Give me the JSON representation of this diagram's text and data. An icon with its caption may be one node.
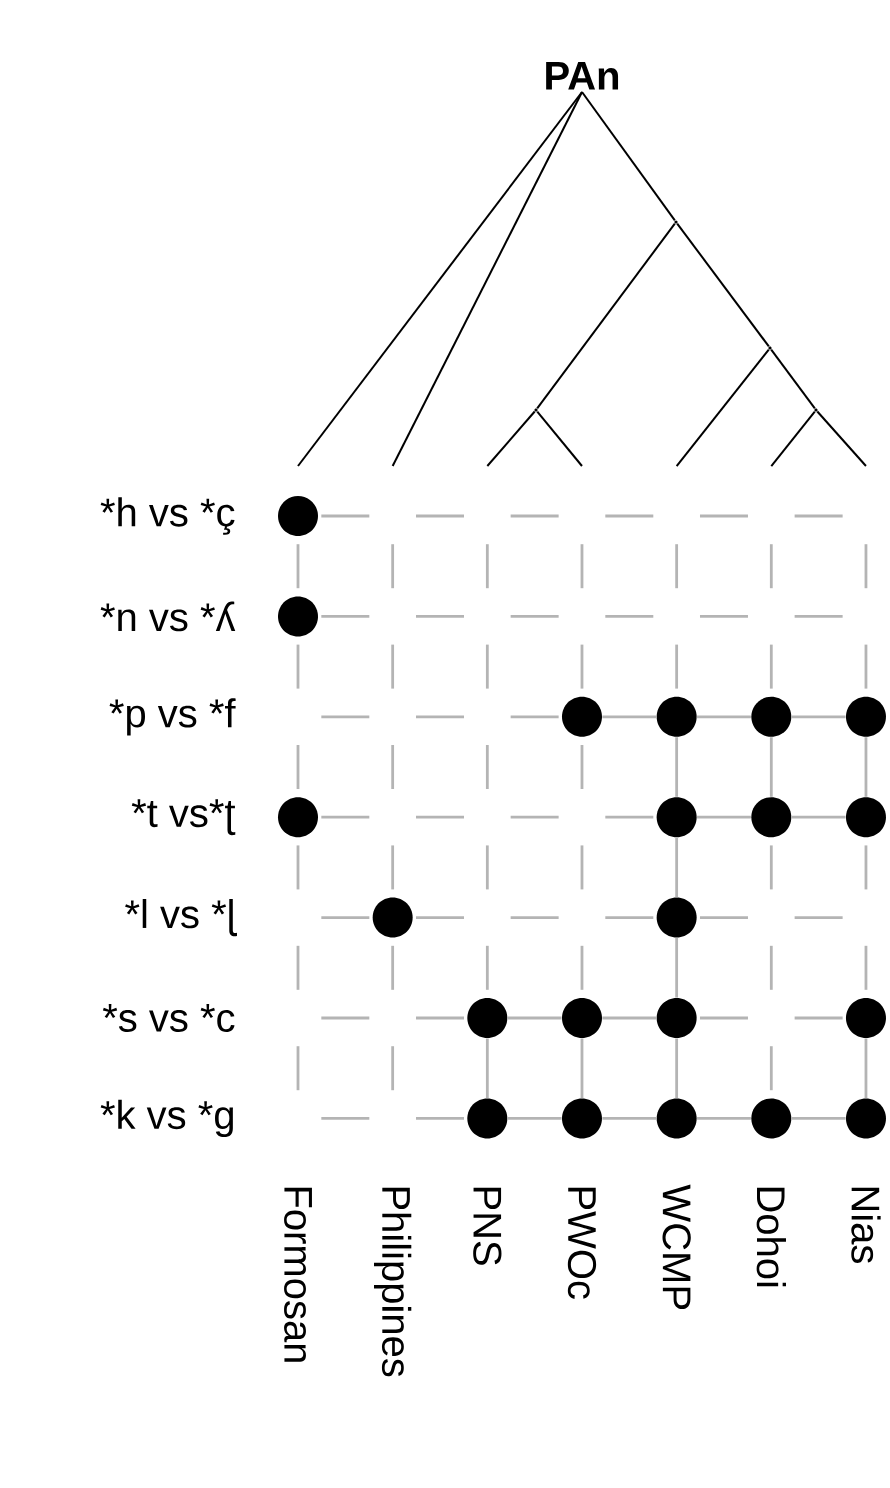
{
  "diagram": {
    "nodes": [
      {
        "text": [
          "PAn"
        ]
      },
      {
        "text": [],
        "shape": "point"
      },
      {
        "text": [],
        "shape": "point"
      },
      {
        "text": [],
        "shape": "point"
      },
      {
        "text": [],
        "shape": "point"
      },
      {
        "text": [],
        "shape": "circle"
      },
      {
        "text": [],
        "shape": "circle"
      },
      {
        "text": [],
        "shape": "circle"
      },
      {
        "text": [],
        "shape": "circle"
      },
      {
        "text": [],
        "shape": "circle"
      },
      {
        "text": [],
        "shape": "circle"
      },
      {
        "text": [],
        "shape": "circle"
      },
      {
        "text": [],
        "shape": "circle"
      },
      {
        "text": [],
        "shape": "circle"
      },
      {
        "text": [],
        "shape": "circle"
      },
      {
        "text": [],
        "shape": "circle"
      },
      {
        "text": [],
        "shape": "circle"
      },
      {
        "text": [],
        "shape": "circle"
      },
      {
        "text": [],
        "shape": "circle"
      },
      {
        "text": [],
        "shape": "circle"
      },
      {
        "text": [],
        "shape": "circle"
      },
      {
        "text": [],
        "shape": "circle"
      },
      {
        "text": [],
        "shape": "circle"
      },
      {
        "text": [],
        "shape": "circle"
      },
      {
        "text": [],
        "shape": "circle"
      },
      {
        "text": [],
        "shape": "circle"
      }
    ],
    "edges": [
      {
        "from": 0,
        "to": null,
        "arrow": "none",
        "color": "#000000"
      },
      {
        "from": 0,
        "to": null,
        "arrow": "none",
        "color": "#000000"
      },
      {
        "from": 0,
        "to": 1,
        "arrow": "none",
        "color": "#000000"
      },
      {
        "from": 1,
        "to": 3,
        "arrow": "none",
        "color": "#000000"
      },
      {
        "from": 3,
        "to": null,
        "arrow": "none",
        "color": "#000000"
      },
      {
        "from": 3,
        "to": null,
        "arrow": "none",
        "color": "#000000"
      },
      {
        "from": 1,
        "to": 2,
        "arrow": "none",
        "color": "#000000"
      },
      {
        "from": 2,
        "to": null,
        "arrow": "none",
        "color": "#000000"
      },
      {
        "from": 2,
        "to": 4,
        "arrow": "none",
        "color": "#000000"
      },
      {
        "from": 4,
        "to": null,
        "arrow": "none",
        "color": "#000000"
      },
      {
        "from": 4,
        "to": null,
        "arrow": "none",
        "color": "#000000"
      },
      {
        "from": 7,
        "to": 8,
        "arrow": "none",
        "color": "#b4b4b4"
      },
      {
        "from": 8,
        "to": 9,
        "arrow": "none",
        "color": "#b4b4b4"
      },
      {
        "from": 9,
        "to": 10,
        "arrow": "none",
        "color": "#b4b4b4"
      },
      {
        "from": 12,
        "to": 13,
        "arrow": "none",
        "color": "#b4b4b4"
      },
      {
        "from": 13,
        "to": 14,
        "arrow": "none",
        "color": "#b4b4b4"
      },
      {
        "from": 17,
        "to": 18,
        "arrow": "none",
        "color": "#b4b4b4"
      },
      {
        "from": 18,
        "to": 19,
        "arrow": "none",
        "color": "#b4b4b4"
      },
      {
        "from": 21,
        "to": 22,
        "arrow": "none",
        "color": "#b4b4b4"
      },
      {
        "from": 22,
        "to": 23,
        "arrow": "none",
        "color": "#b4b4b4"
      },
      {
        "from": 23,
        "to": 24,
        "arrow": "none",
        "color": "#b4b4b4"
      },
      {
        "from": 24,
        "to": 25,
        "arrow": "none",
        "color": "#b4b4b4"
      },
      {
        "from": 8,
        "to": 12,
        "arrow": "none",
        "color": "#b4b4b4"
      },
      {
        "from": 12,
        "to": 16,
        "arrow": "none",
        "color": "#b4b4b4"
      },
      {
        "from": 16,
        "to": 19,
        "arrow": "none",
        "color": "#b4b4b4"
      },
      {
        "from": 19,
        "to": 23,
        "arrow": "none",
        "color": "#b4b4b4"
      },
      {
        "from": 9,
        "to": 13,
        "arrow": "none",
        "color": "#b4b4b4"
      },
      {
        "from": 10,
        "to": 14,
        "arrow": "none",
        "color": "#b4b4b4"
      },
      {
        "from": 17,
        "to": 21,
        "arrow": "none",
        "color": "#b4b4b4"
      },
      {
        "from": 18,
        "to": 22,
        "arrow": "none",
        "color": "#b4b4b4"
      },
      {
        "from": 20,
        "to": 25,
        "arrow": "none",
        "color": "#b4b4b4"
      }
    ],
    "labels": [
      "*h vs *ç",
      "*n vs *ʎ",
      "*p vs *f",
      "*t vs*ʈ",
      "*l vs *ɭ",
      "*s vs *c",
      "*k vs *g",
      "Formosan",
      "Philippines",
      "PNS",
      "PWOc",
      "WCMP",
      "Dohoi",
      "Nias"
    ]
  }
}
